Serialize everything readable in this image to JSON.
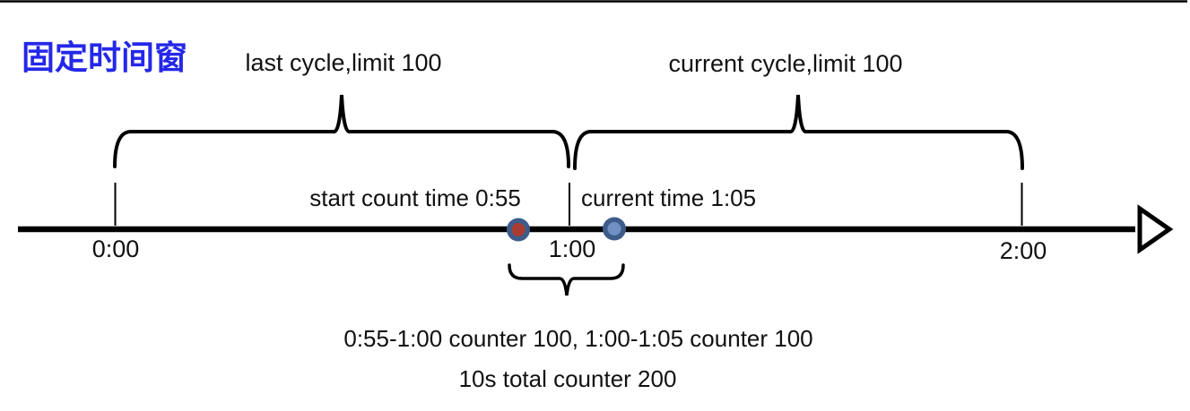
{
  "title": "固定时间窗",
  "colors": {
    "title_blue": "#2428e8",
    "text_black": "#111111",
    "line_black": "#000000",
    "dot_ring": "#3e5c8a",
    "dot_red": "#a93c32",
    "dot_blue": "#7191c4",
    "arrow_fill": "#ffffff"
  },
  "braces": {
    "last_cycle_label": "last cycle,limit 100",
    "current_cycle_label": "current cycle,limit 100"
  },
  "markers": {
    "start_count_label": "start count time 0:55",
    "current_time_label": "current time 1:05"
  },
  "timeline": {
    "tick_start": "0:00",
    "tick_middle": "1:00",
    "tick_end": "2:00"
  },
  "summary": {
    "line1": "0:55-1:00 counter 100, 1:00-1:05 counter 100",
    "line2": "10s total counter 200"
  }
}
